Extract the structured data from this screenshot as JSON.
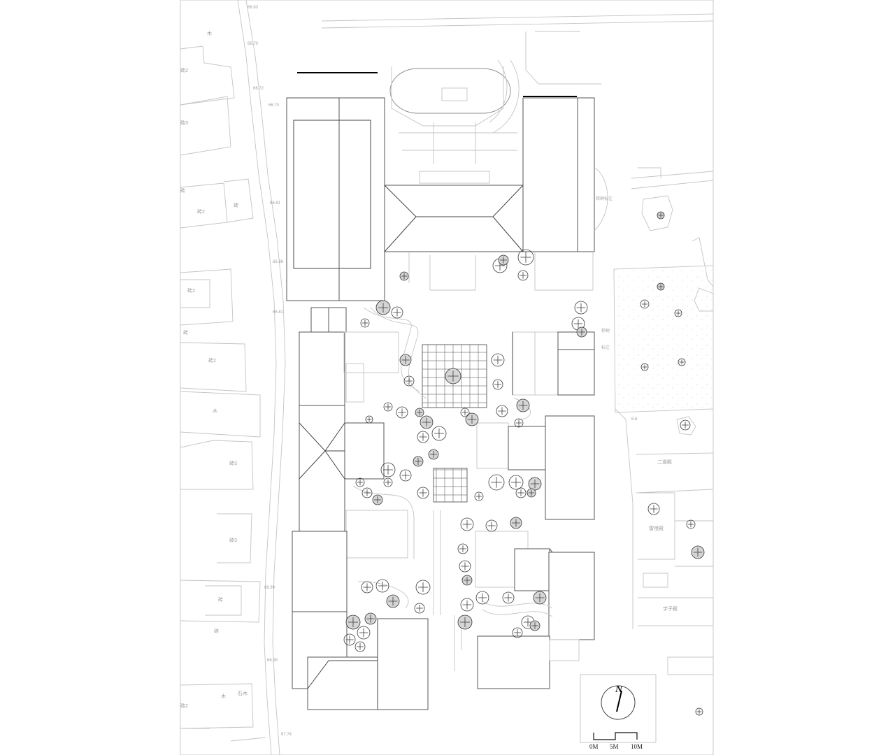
{
  "map": {
    "elevations_west": [
      "68.83",
      "66.70",
      "66.72",
      "66.70",
      "66.81",
      "66.86",
      "66.81",
      "66.99",
      "66.98",
      "67.74"
    ],
    "parcel_labels_west": [
      "木",
      "砖2",
      "砖3",
      "砖2",
      "砖2",
      "砖2",
      "砖",
      "砖",
      "木",
      "砖3",
      "砖3",
      "砖",
      "砖",
      "木",
      "石木",
      "砖2",
      "砖"
    ],
    "east_labels": [
      "棕树标注",
      "二道殿",
      "雷祖殿",
      "字子殿",
      "棕树",
      "标注",
      "6.6"
    ],
    "north_label": "N",
    "scale_labels": [
      "0M",
      "5M",
      "10M"
    ]
  },
  "colors": {
    "background": "#ffffff",
    "line_light": "#c4c4c4",
    "line_dark": "#444444"
  },
  "icons": [
    "north-arrow-icon",
    "tree-icon",
    "scale-bar-icon"
  ]
}
